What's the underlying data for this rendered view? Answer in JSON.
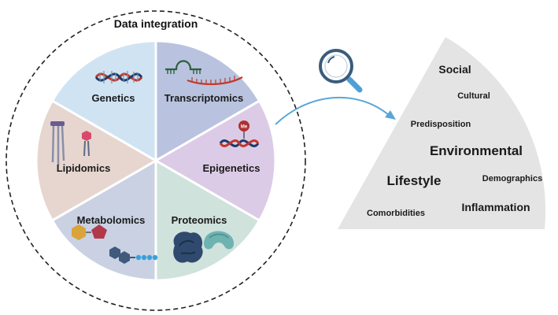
{
  "title": "Data integration",
  "omics_segments": [
    {
      "label": "Genetics",
      "color": "#cfe3f3",
      "icon": "dna-icon"
    },
    {
      "label": "Transcriptomics",
      "color": "#b9c3df",
      "icon": "rna-icon"
    },
    {
      "label": "Epigenetics",
      "color": "#dccbe6",
      "icon": "methylated-dna-icon"
    },
    {
      "label": "Proteomics",
      "color": "#cfe2dc",
      "icon": "protein-icon"
    },
    {
      "label": "Metabolomics",
      "color": "#c9d1e3",
      "icon": "metabolite-icon"
    },
    {
      "label": "Lipidomics",
      "color": "#e6d6cf",
      "icon": "lipid-icon"
    }
  ],
  "factors": [
    {
      "label": "Social",
      "weight": "large"
    },
    {
      "label": "Cultural",
      "weight": "small"
    },
    {
      "label": "Predisposition",
      "weight": "small"
    },
    {
      "label": "Environmental",
      "weight": "xlarge"
    },
    {
      "label": "Lifestyle",
      "weight": "xlarge"
    },
    {
      "label": "Demographics",
      "weight": "small"
    },
    {
      "label": "Inflammation",
      "weight": "large"
    },
    {
      "label": "Comorbidities",
      "weight": "small"
    }
  ],
  "icons": {
    "magnifier": "magnifying-glass-icon",
    "arrow": "curved-arrow-icon"
  },
  "colors": {
    "wedge": "#e4e4e4",
    "arrow": "#5aa6d8",
    "magnifier_ring": "#3b5c7a",
    "magnifier_handle": "#4f9fd6",
    "dashed_circle": "#222222"
  }
}
